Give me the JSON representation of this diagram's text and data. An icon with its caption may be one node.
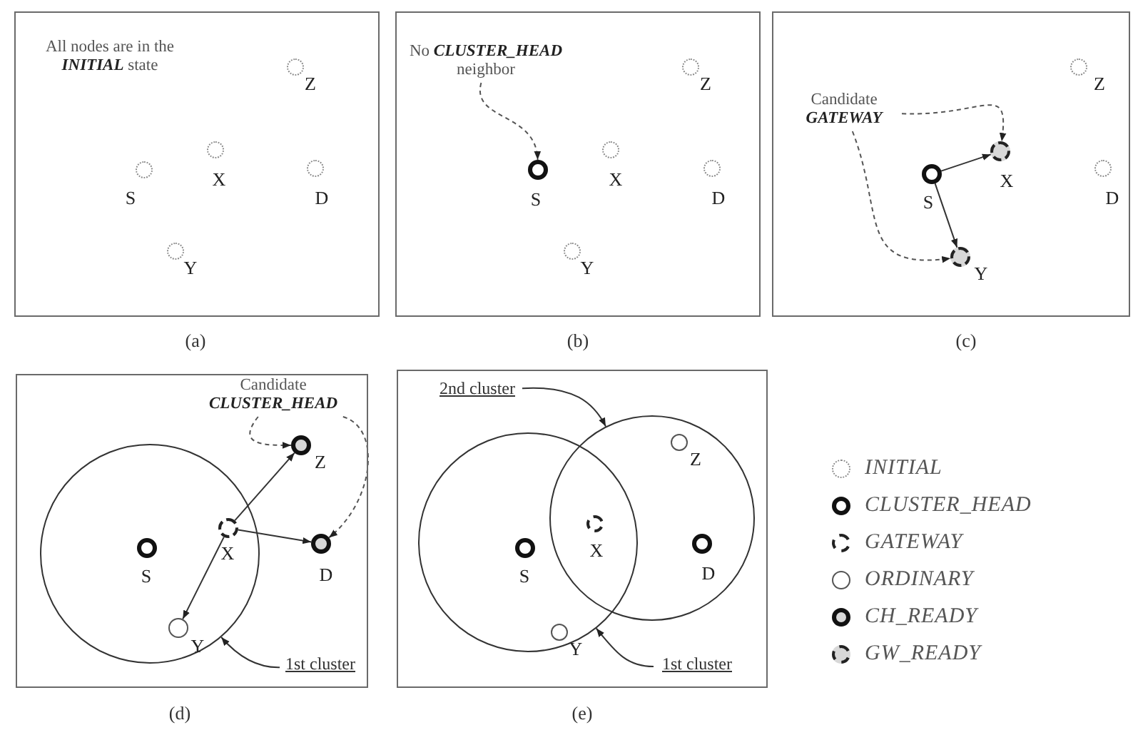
{
  "diagram": {
    "nodes": [
      {
        "text": [],
        "shape": "box",
        "beside": [
          "(a)"
        ]
      },
      {
        "text": [],
        "shape": "circle",
        "beside": [
          "Z"
        ],
        "in": 0
      },
      {
        "text": [],
        "shape": "circle",
        "beside": [
          "X"
        ],
        "in": 0
      },
      {
        "text": [],
        "shape": "circle",
        "beside": [
          "S"
        ],
        "in": 0
      },
      {
        "text": [],
        "shape": "circle",
        "beside": [
          "D"
        ],
        "in": 0
      },
      {
        "text": [],
        "shape": "circle",
        "beside": [
          "Y"
        ],
        "in": 0
      },
      {
        "text": [],
        "shape": "box",
        "beside": [
          "(b)"
        ]
      },
      {
        "text": [
          "No **CLUSTER_HEAD** neighbor"
        ],
        "in": 6
      },
      {
        "text": [],
        "shape": "circle",
        "beside": [
          "Z"
        ],
        "in": 6
      },
      {
        "text": [],
        "shape": "circle",
        "beside": [
          "X"
        ],
        "in": 6
      },
      {
        "text": [],
        "shape": "circle",
        "beside": [
          "S"
        ],
        "in": 6
      },
      {
        "text": [],
        "shape": "circle",
        "beside": [
          "D"
        ],
        "in": 6
      },
      {
        "text": [],
        "shape": "circle",
        "beside": [
          "Y"
        ],
        "in": 6
      },
      {
        "text": [],
        "shape": "box",
        "beside": [
          "(c)"
        ]
      },
      {
        "text": [
          "Candidate **GATEWAY**"
        ],
        "in": 13
      },
      {
        "text": [],
        "shape": "circle",
        "beside": [
          "Z"
        ],
        "in": 13
      },
      {
        "text": [],
        "shape": "circle",
        "beside": [
          "X"
        ],
        "in": 13
      },
      {
        "text": [],
        "shape": "circle",
        "beside": [
          "S"
        ],
        "in": 13
      },
      {
        "text": [],
        "shape": "circle",
        "beside": [
          "D"
        ],
        "in": 13
      },
      {
        "text": [],
        "shape": "circle",
        "beside": [
          "Y"
        ],
        "in": 13
      },
      {
        "text": [],
        "shape": "box",
        "beside": [
          "(d)"
        ]
      },
      {
        "text": [
          "Candidate **CLUSTER_HEAD**"
        ],
        "in": 20
      },
      {
        "text": [],
        "shape": "circle",
        "in": 20
      },
      {
        "text": [],
        "shape": "circle",
        "beside": [
          "Z"
        ],
        "in": 20
      },
      {
        "text": [],
        "shape": "circle",
        "beside": [
          "X"
        ],
        "in": 22
      },
      {
        "text": [],
        "shape": "circle",
        "beside": [
          "S"
        ],
        "in": 22
      },
      {
        "text": [],
        "shape": "circle",
        "beside": [
          "D"
        ],
        "in": 20
      },
      {
        "text": [],
        "shape": "circle",
        "beside": [
          "Y"
        ],
        "in": 22
      },
      {
        "text": [
          "1st cluster"
        ],
        "in": 20
      },
      {
        "text": [],
        "shape": "box",
        "beside": [
          "(e)"
        ]
      },
      {
        "text": [
          "2nd cluster"
        ],
        "in": 29
      },
      {
        "text": [],
        "shape": "circle",
        "in": 29
      },
      {
        "text": [],
        "shape": "circle",
        "in": 29
      },
      {
        "text": [],
        "shape": "circle",
        "beside": [
          "Z"
        ],
        "in": 32
      },
      {
        "text": [],
        "shape": "circle",
        "beside": [
          "X"
        ]
      },
      {
        "text": [],
        "shape": "circle",
        "beside": [
          "S"
        ],
        "in": 31
      },
      {
        "text": [],
        "shape": "circle",
        "beside": [
          "D"
        ],
        "in": 32
      },
      {
        "text": [],
        "shape": "circle",
        "beside": [
          "Y"
        ],
        "in": 31
      },
      {
        "text": [
          "1st cluster"
        ],
        "in": 29
      }
    ],
    "edges": [
      {
        "from": 7,
        "to": 10,
        "arrow": "to",
        "style": "dashed"
      },
      {
        "from": 17,
        "to": 16,
        "arrow": "to"
      },
      {
        "from": 17,
        "to": 19,
        "arrow": "to"
      },
      {
        "from": 14,
        "to": 16,
        "arrow": "to",
        "style": "dashed"
      },
      {
        "from": 14,
        "to": 19,
        "arrow": "to",
        "style": "dashed"
      },
      {
        "from": 24,
        "to": 23,
        "arrow": "to"
      },
      {
        "from": 24,
        "to": 26,
        "arrow": "to"
      },
      {
        "from": 24,
        "to": 27,
        "arrow": "to"
      },
      {
        "from": 21,
        "to": 23,
        "arrow": "to",
        "style": "dashed"
      },
      {
        "from": 21,
        "to": 26,
        "arrow": "to",
        "style": "dashed"
      },
      {
        "from": 28,
        "to": 22,
        "arrow": "to"
      },
      {
        "from": 30,
        "to": 32,
        "arrow": "to"
      },
      {
        "from": 38,
        "to": 31,
        "arrow": "to"
      }
    ],
    "labels": [
      "All nodes are in the **INITIAL** state"
    ],
    "legend": [
      {
        "text": "INITIAL"
      },
      {
        "text": "CLUSTER_HEAD"
      },
      {
        "text": "GATEWAY"
      },
      {
        "text": "ORDINARY"
      },
      {
        "text": "CH_READY"
      },
      {
        "text": "GW_READY"
      }
    ]
  }
}
